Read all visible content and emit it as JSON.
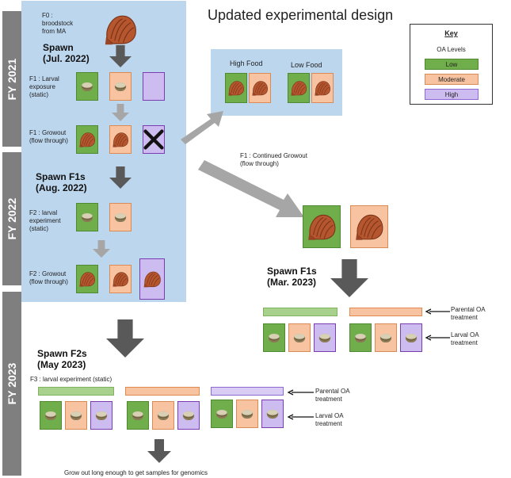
{
  "title": "Updated experimental design",
  "fiscal_years": [
    "FY 2021",
    "FY 2022",
    "FY 2023"
  ],
  "left_panel": {
    "f0_label": "F0 :\nbroodstock\nfrom MA",
    "spawn_1": "Spawn\n(Jul. 2022)",
    "f1_larval": "F1 : Larval\nexposure\n(static)",
    "f1_growout": "F1 : Growout\n(flow through)",
    "spawn_f1s": "Spawn F1s\n(Aug. 2022)",
    "f2_larval": "F2 : larval\nexperiment\n(static)",
    "f2_growout": "F2 : Growout\n(flow through)"
  },
  "food_panel": {
    "high_food": "High Food",
    "low_food": "Low Food"
  },
  "continued_growout": "F1 : Continued Growout\n(flow through)",
  "spawn_f1s_mar": "Spawn F1s\n(Mar. 2023)",
  "parental_oa_1": "Parental OA\ntreatment",
  "larval_oa_1": "Larval OA\ntreatment",
  "spawn_f2s": "Spawn F2s\n(May 2023)",
  "f3_label": "F3 : larval experiment (static)",
  "parental_oa_2": "Parental OA\ntreatment",
  "larval_oa_2": "Larval OA\ntreatment",
  "bottom_note": "Grow out long enough to get samples for genomics",
  "key": {
    "title": "Key",
    "subtitle": "OA Levels",
    "items": [
      "Low",
      "Moderate",
      "High"
    ]
  },
  "colors": {
    "low": "#6fae4a",
    "moderate": "#f7c3a0",
    "high": "#cdbcf0",
    "panel": "#bcd6ee"
  }
}
